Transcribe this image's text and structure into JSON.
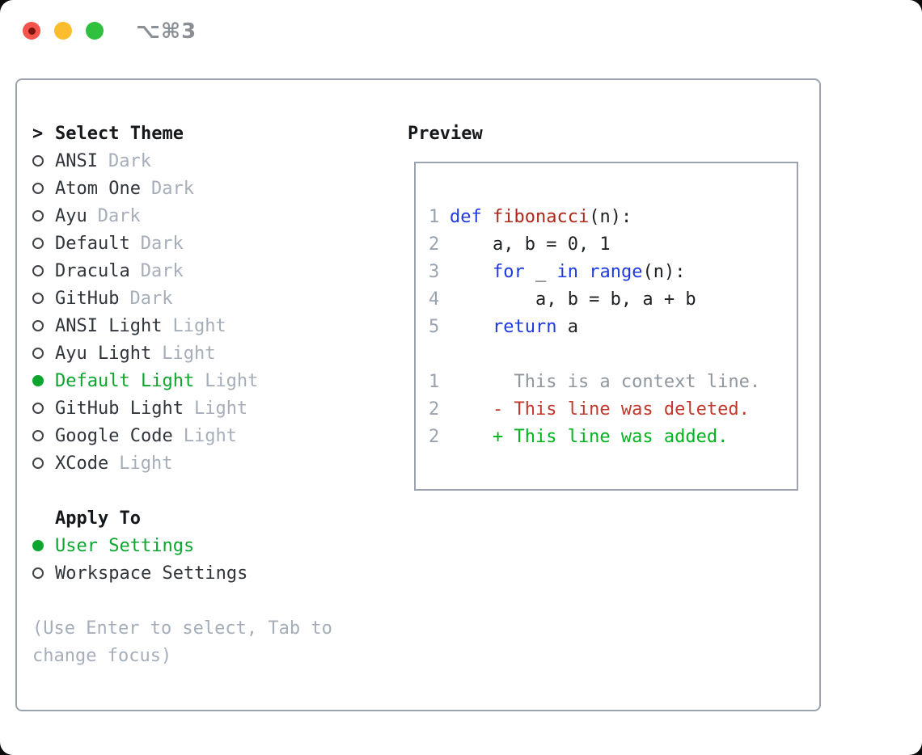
{
  "titlebar": {
    "title": "⌥⌘3"
  },
  "theme_panel": {
    "marker": ">",
    "title": "Select Theme",
    "items": [
      {
        "name": "ANSI",
        "variant": "Dark",
        "selected": false
      },
      {
        "name": "Atom One",
        "variant": "Dark",
        "selected": false
      },
      {
        "name": "Ayu",
        "variant": "Dark",
        "selected": false
      },
      {
        "name": "Default",
        "variant": "Dark",
        "selected": false
      },
      {
        "name": "Dracula",
        "variant": "Dark",
        "selected": false
      },
      {
        "name": "GitHub",
        "variant": "Dark",
        "selected": false
      },
      {
        "name": "ANSI Light",
        "variant": "Light",
        "selected": false
      },
      {
        "name": "Ayu Light",
        "variant": "Light",
        "selected": false
      },
      {
        "name": "Default Light",
        "variant": "Light",
        "selected": true
      },
      {
        "name": "GitHub Light",
        "variant": "Light",
        "selected": false
      },
      {
        "name": "Google Code",
        "variant": "Light",
        "selected": false
      },
      {
        "name": "XCode",
        "variant": "Light",
        "selected": false
      }
    ],
    "apply_to": {
      "title": "Apply To",
      "options": [
        {
          "label": "User Settings",
          "selected": true
        },
        {
          "label": "Workspace Settings",
          "selected": false
        }
      ]
    },
    "hint_line1": "(Use Enter to select, Tab to",
    "hint_line2": "change focus)"
  },
  "preview": {
    "title": "Preview",
    "code": [
      {
        "num": "1",
        "tokens": [
          {
            "t": "def",
            "c": "kw"
          },
          {
            "t": " ",
            "c": "plain"
          },
          {
            "t": "fibonacci",
            "c": "fn"
          },
          {
            "t": "(n):",
            "c": "plain"
          }
        ]
      },
      {
        "num": "2",
        "tokens": [
          {
            "t": "    a, b = 0, 1",
            "c": "plain"
          }
        ]
      },
      {
        "num": "3",
        "tokens": [
          {
            "t": "    ",
            "c": "plain"
          },
          {
            "t": "for",
            "c": "kw"
          },
          {
            "t": " _ ",
            "c": "plain"
          },
          {
            "t": "in",
            "c": "kw"
          },
          {
            "t": " ",
            "c": "plain"
          },
          {
            "t": "range",
            "c": "kw"
          },
          {
            "t": "(n):",
            "c": "plain"
          }
        ]
      },
      {
        "num": "4",
        "tokens": [
          {
            "t": "        a, b = b, a + b",
            "c": "plain"
          }
        ]
      },
      {
        "num": "5",
        "tokens": [
          {
            "t": "    ",
            "c": "plain"
          },
          {
            "t": "return",
            "c": "kw"
          },
          {
            "t": " a",
            "c": "plain"
          }
        ]
      }
    ],
    "diff": [
      {
        "num": "1",
        "tokens": [
          {
            "t": "      This is a context line.",
            "c": "ctx"
          }
        ]
      },
      {
        "num": "2",
        "tokens": [
          {
            "t": "    - This line was deleted.",
            "c": "del"
          }
        ]
      },
      {
        "num": "2",
        "tokens": [
          {
            "t": "    + This line was added.",
            "c": "add"
          }
        ]
      }
    ]
  },
  "colors": {
    "selected_green": "#0ca62f",
    "added_green": "#00b41e",
    "deleted_red": "#c2382b",
    "keyword_blue": "#1e3ae0",
    "function_red": "#b02619",
    "muted_gray": "#a5aeb9",
    "border_gray": "#9aa3ae",
    "traffic_red": "#f4544c",
    "traffic_yellow": "#fbbc2e",
    "traffic_green": "#2fc13e"
  }
}
